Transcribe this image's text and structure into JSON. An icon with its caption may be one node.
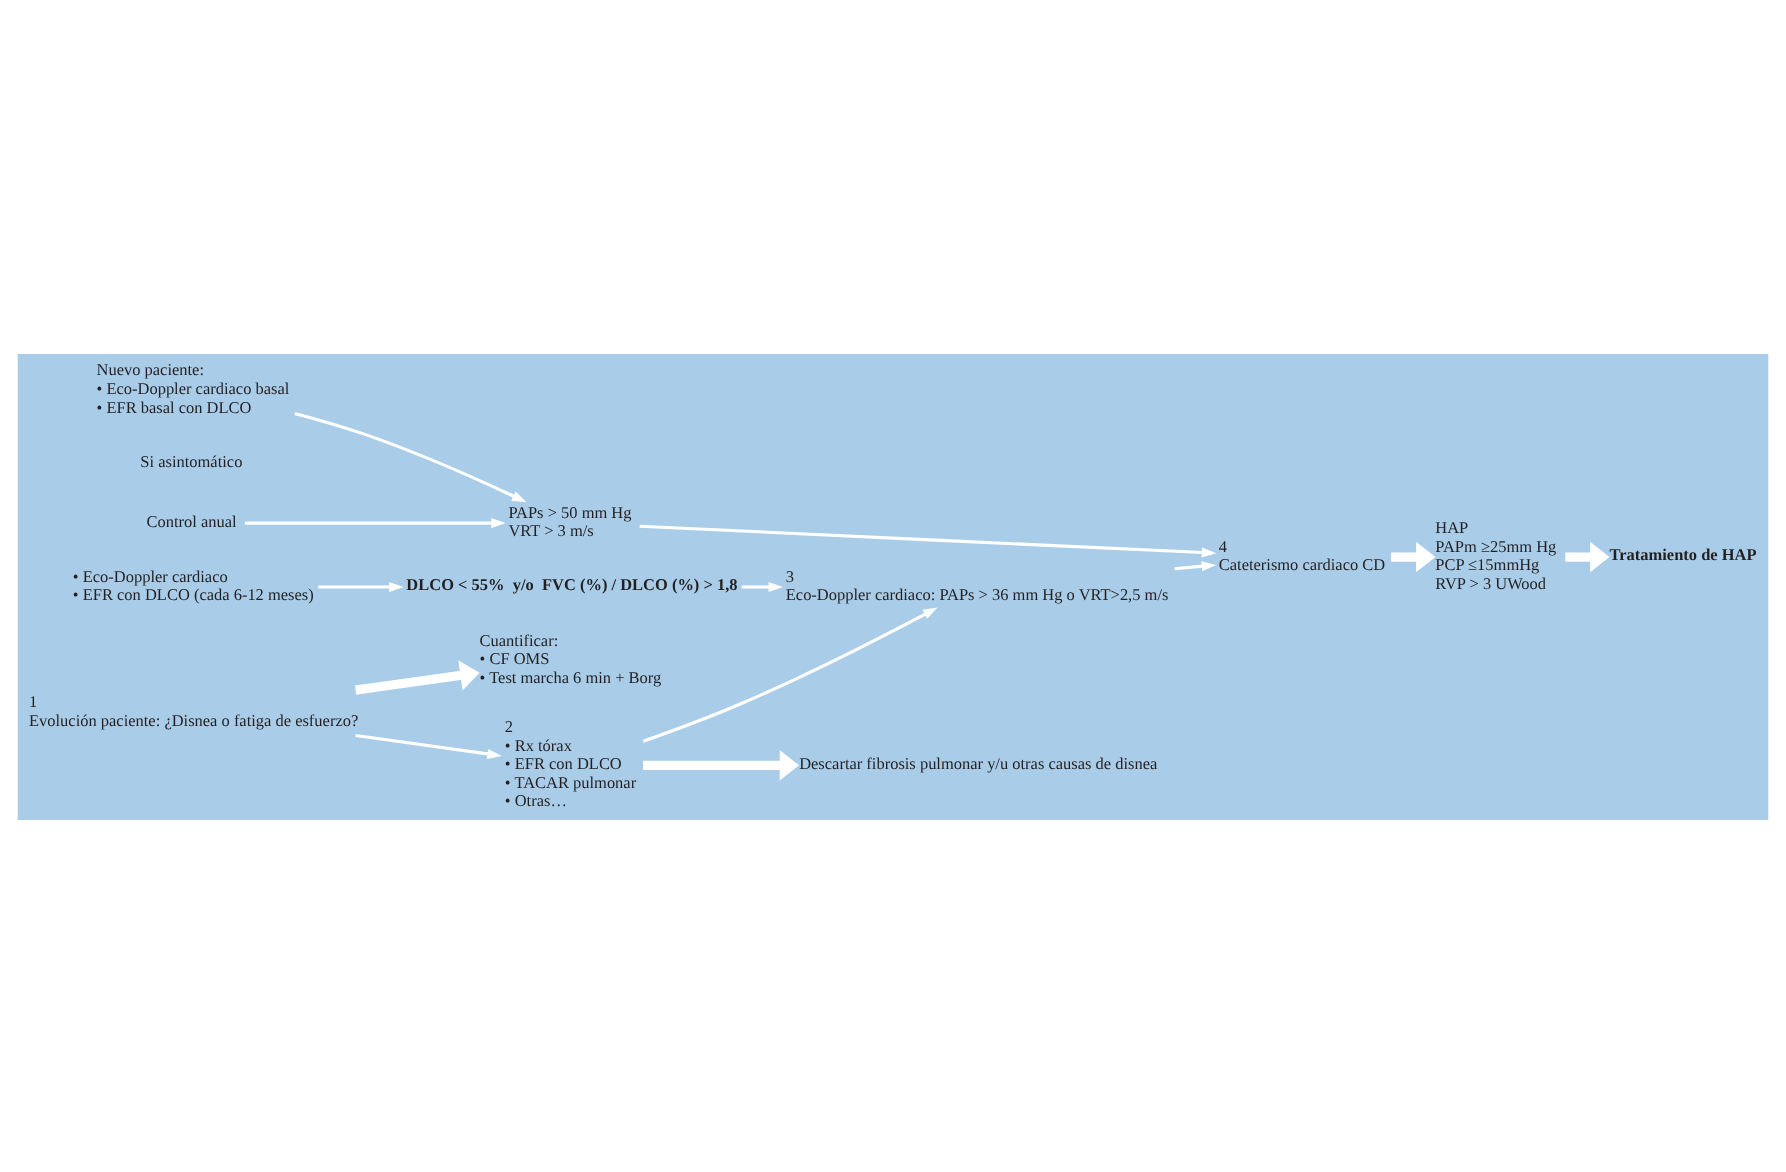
{
  "diagram": {
    "nodes": [
      {
        "text": [
          "Nuevo paciente:",
          "• Eco-Doppler cardiaco basal",
          "• EFR basal con DLCO"
        ]
      },
      {
        "text": [
          "Si asintomático"
        ]
      },
      {
        "text": [
          "Control anual"
        ]
      },
      {
        "text": [
          "• Eco-Doppler cardiaco",
          "• EFR con DLCO (cada 6-12 meses)"
        ]
      },
      {
        "text": [
          "PAPs > 50 mm Hg",
          "VRT > 3 m/s"
        ]
      },
      {
        "text": [
          "1",
          "Evolución paciente: ¿Disnea o fatiga de esfuerzo?"
        ]
      },
      {
        "text": [
          "2",
          "• Rx tórax",
          "• EFR con DLCO",
          "• TACAR pulmonar",
          "• Otras…"
        ]
      },
      {
        "text": [
          "3",
          "Eco-Doppler cardiaco: PAPs > 36 mm Hg o VRT>2,5 m/s"
        ]
      },
      {
        "text": [
          "4",
          "Cateterismo cardiaco CD"
        ]
      },
      {
        "text": [
          "Cuantificar:",
          "• CF OMS",
          "• Test marcha 6 min + Borg"
        ]
      },
      {
        "text": [
          "Descartar fibrosis pulmonar y/u otras causas de disnea"
        ]
      },
      {
        "text": [
          "HAP",
          "PAPm ≥25mm Hg",
          "PCP ≤15mmHg",
          "RVP > 3 UWood"
        ]
      },
      {
        "text": [
          "Tratamiento de HAP"
        ]
      },
      {
        "text": [
          "DLCO < 55%  y/o  FVC (%) / DLCO (%) > 1,8"
        ]
      }
    ],
    "edges": [
      {
        "from": 0,
        "to": 4,
        "arrow": "to"
      },
      {
        "from": 2,
        "to": 4,
        "arrow": "to"
      },
      {
        "from": 4,
        "to": 8,
        "arrow": "to"
      },
      {
        "from": 5,
        "to": 6,
        "arrow": "to"
      },
      {
        "from": 6,
        "to": 7,
        "arrow": "to"
      },
      {
        "from": 7,
        "to": 8,
        "arrow": "to"
      },
      {
        "from": 5,
        "to": 9,
        "arrow": "to",
        "style": "thick"
      },
      {
        "from": 6,
        "to": 10,
        "arrow": "to",
        "style": "thick"
      },
      {
        "from": 8,
        "to": 11,
        "arrow": "to",
        "style": "thick"
      },
      {
        "from": 11,
        "to": 12,
        "arrow": "to",
        "style": "thick"
      },
      {
        "from": 3,
        "to": 13,
        "arrow": "to"
      },
      {
        "from": 13,
        "to": 7,
        "arrow": "to"
      }
    ]
  }
}
